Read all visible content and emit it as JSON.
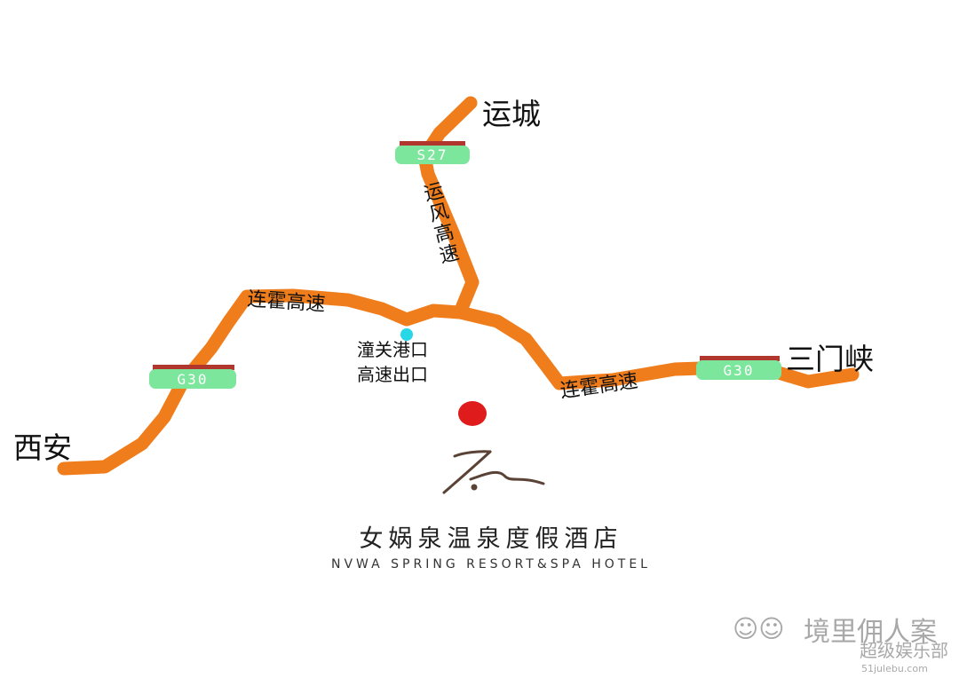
{
  "cities": {
    "xian": "西安",
    "yuncheng": "运城",
    "sanmenxia": "三门峡"
  },
  "roads": {
    "lianhuo_west": "连霍高速",
    "lianhuo_east": "连霍高速",
    "yunfeng": [
      "运",
      "风",
      "高",
      "速"
    ]
  },
  "shields": {
    "g30_west": "G30",
    "g30_east": "G30",
    "s27": "S27"
  },
  "exit": {
    "line1": "潼关港口",
    "line2": "高速出口"
  },
  "hotel": {
    "name_cn": "女娲泉温泉度假酒店",
    "name_en": "NVWA SPRING RESORT&SPA HOTEL"
  },
  "watermark": {
    "line1": "境里佣人案",
    "line2": "超级娱乐部",
    "url": "51julebu.com"
  },
  "colors": {
    "road": "#F07D1C",
    "shield_green": "#7CE79C",
    "shield_red": "#B0362E",
    "exit_marker": "#27D7E6",
    "hotel_marker": "#E01B1B",
    "logo": "#5A4336"
  }
}
